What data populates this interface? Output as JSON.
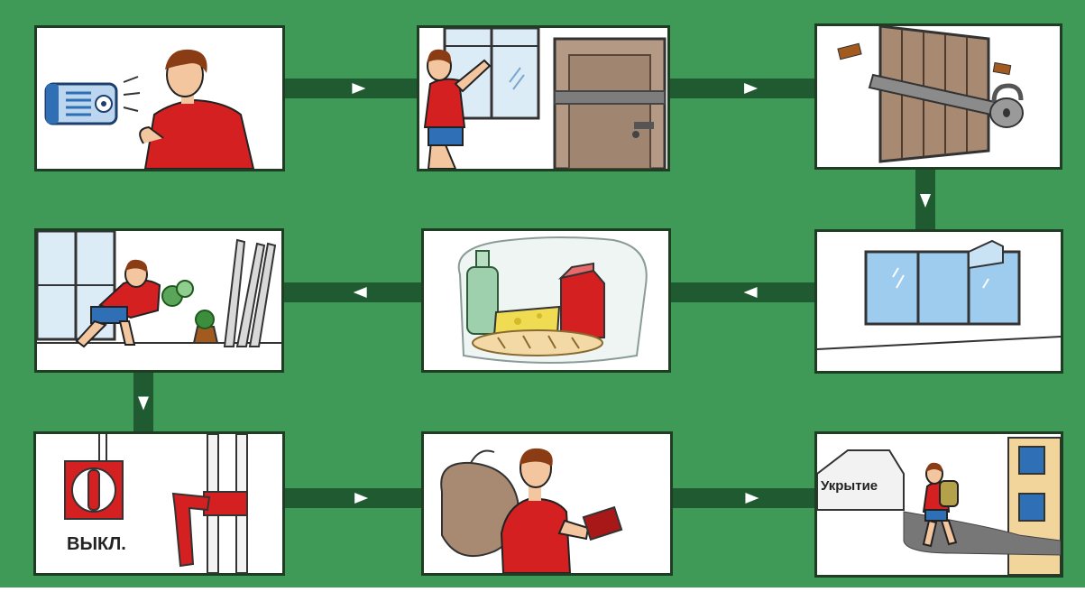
{
  "colors": {
    "background": "#3f9a58",
    "connector": "#1f5a30",
    "arrow": "#ffffff",
    "shirt": "#d42020",
    "shorts": "#2f6fb5",
    "hair": "#8a3d14",
    "skin": "#f3c6a0"
  },
  "diagram": {
    "flow": "serpentine",
    "panels": [
      {
        "id": "listen-radio",
        "icons": [
          "loudspeaker-icon",
          "person-listening-icon"
        ]
      },
      {
        "id": "close-windows-doors",
        "icons": [
          "window-icon",
          "door-icon",
          "person-closing-window-icon"
        ]
      },
      {
        "id": "lock-door",
        "icons": [
          "door-bar-icon",
          "padlock-icon"
        ]
      },
      {
        "id": "seal-windows",
        "icons": [
          "window-icon"
        ]
      },
      {
        "id": "prepare-food",
        "icons": [
          "bottle-icon",
          "cheese-icon",
          "milk-carton-icon",
          "bread-icon"
        ]
      },
      {
        "id": "move-items-inside",
        "icons": [
          "plant-icon",
          "skis-icon",
          "person-carrying-icon"
        ]
      },
      {
        "id": "turn-off-utilities",
        "icons": [
          "switch-icon",
          "valve-icon"
        ]
      },
      {
        "id": "take-documents",
        "icons": [
          "sack-icon",
          "passport-icon"
        ]
      },
      {
        "id": "go-to-shelter",
        "icons": [
          "shelter-building-icon",
          "person-walking-icon"
        ]
      }
    ],
    "arrows": [
      "right",
      "right",
      "down",
      "left",
      "left",
      "down",
      "right",
      "right"
    ]
  },
  "labels": {
    "switch_off": "ВЫКЛ.",
    "shelter": "Укрытие"
  }
}
